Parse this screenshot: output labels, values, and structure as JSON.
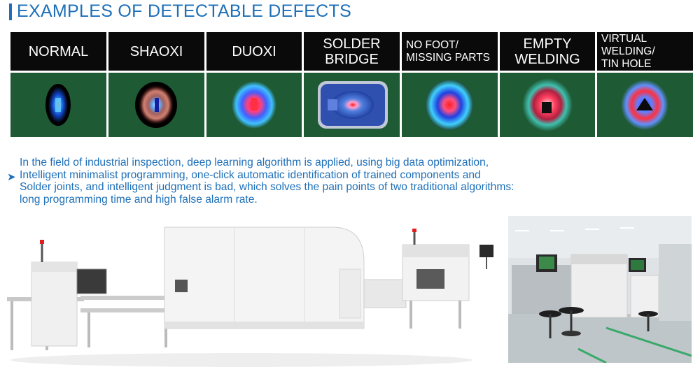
{
  "title": "EXAMPLES OF DETECTABLE DEFECTS",
  "defects": [
    {
      "lines": [
        "NORMAL"
      ],
      "size": "big"
    },
    {
      "lines": [
        "SHAOXI"
      ],
      "size": "big"
    },
    {
      "lines": [
        "DUOXI"
      ],
      "size": "big"
    },
    {
      "lines": [
        "SOLDER",
        "BRIDGE"
      ],
      "size": "big"
    },
    {
      "lines": [
        "NO FOOT/",
        "MISSING PARTS"
      ],
      "size": "small"
    },
    {
      "lines": [
        "EMPTY",
        "WELDING"
      ],
      "size": "big"
    },
    {
      "lines": [
        "VIRTUAL WELDING/",
        "TIN HOLE"
      ],
      "size": "small"
    }
  ],
  "description": {
    "bullet_icon": "chevron-right-icon",
    "lines": [
      "In the field of industrial inspection, deep learning algorithm is applied, using big data optimization,",
      "Intelligent minimalist programming, one-click automatic identification of trained components and",
      "Solder joints, and intelligent judgment is bad, which solves the pain points of two traditional algorithms:",
      "long programming time and high false alarm rate."
    ]
  },
  "colors": {
    "accent": "#1d6fb8",
    "header_bg": "#0a0a0a",
    "cell_bg": "#1e5a34"
  }
}
